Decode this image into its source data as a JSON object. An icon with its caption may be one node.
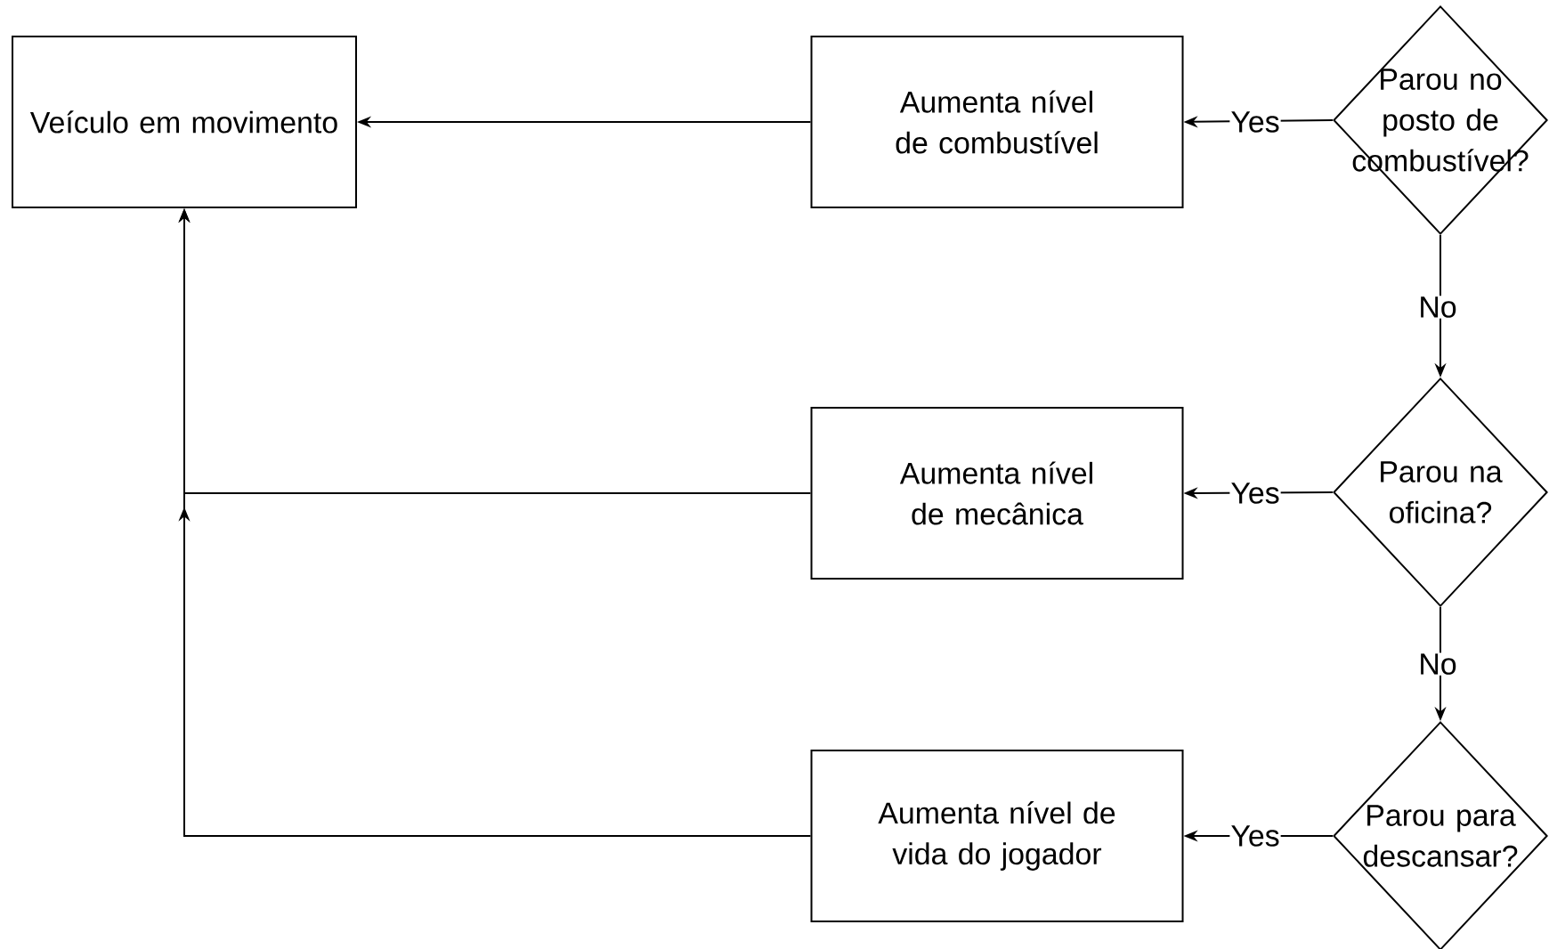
{
  "diagram": {
    "nodes": [
      {
        "text": [
          "Veículo em movimento"
        ]
      },
      {
        "text": [
          "Aumenta nível de combustível"
        ]
      },
      {
        "text": [
          "Parou no posto de combustível?"
        ]
      },
      {
        "text": [
          "Aumenta nível de mecânica"
        ]
      },
      {
        "text": [
          "Parou na oficina?"
        ]
      },
      {
        "text": [
          "Aumenta nível de vida do jogador"
        ]
      },
      {
        "text": [
          "Parou para descansar?"
        ]
      }
    ],
    "edges": [
      {
        "from": 2,
        "to": 1,
        "arrow": "to",
        "label": "Yes"
      },
      {
        "from": 1,
        "to": 0,
        "arrow": "to"
      },
      {
        "from": 2,
        "to": 4,
        "arrow": "to",
        "label": "No"
      },
      {
        "from": 4,
        "to": 3,
        "arrow": "to",
        "label": "Yes"
      },
      {
        "from": 3,
        "to": 0,
        "arrow": "to"
      },
      {
        "from": 4,
        "to": 6,
        "arrow": "to",
        "label": "No"
      },
      {
        "from": 6,
        "to": 5,
        "arrow": "to",
        "label": "Yes"
      },
      {
        "from": 5,
        "to": 0,
        "arrow": "to"
      }
    ]
  }
}
